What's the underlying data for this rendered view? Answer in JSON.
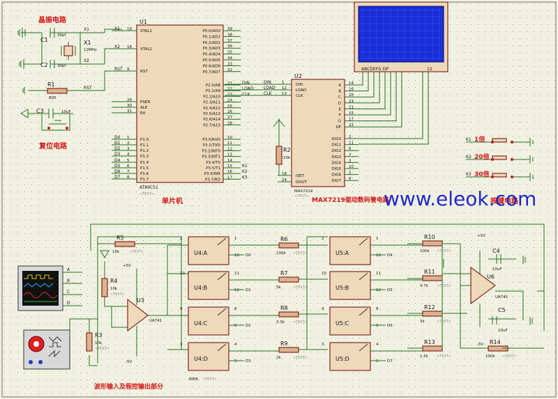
{
  "titles": {
    "crystal": "晶振电路",
    "reset": "复位电路",
    "mcu": "单片机",
    "display": "MAX7219驱动数码管电路",
    "keys": "按键电路",
    "waveform": "波形输入及程控输出部分"
  },
  "watermark": "www.eleok.com",
  "text_placeholder": "<TEXT>",
  "crystal": {
    "c1_ref": "C1",
    "c1_val": "30pf",
    "c2_ref": "C2",
    "c2_val": "30pf",
    "x1_ref": "X1",
    "x1_val": "12MHz",
    "x1_net": "X1",
    "x2_net": "X2"
  },
  "reset": {
    "r1_ref": "R1",
    "r1_val": "800",
    "c3_ref": "C3",
    "c3_val": "10uF",
    "net": "RST"
  },
  "mcu": {
    "ref": "U1",
    "part": "AT89C51",
    "left_pins": [
      {
        "name": "XTAL1",
        "num": "19",
        "net": "X1"
      },
      {
        "name": "XTAL2",
        "num": "18",
        "net": "X2"
      },
      {
        "name": "RST",
        "num": "9",
        "net": "RST"
      },
      {
        "name": "PSEN",
        "num": "29",
        "net": ""
      },
      {
        "name": "ALE",
        "num": "30",
        "net": ""
      },
      {
        "name": "EA",
        "num": "31",
        "net": ""
      },
      {
        "name": "P1.0",
        "num": "1",
        "net": "D0"
      },
      {
        "name": "P1.1",
        "num": "2",
        "net": "D1"
      },
      {
        "name": "P1.2",
        "num": "3",
        "net": "D2"
      },
      {
        "name": "P1.3",
        "num": "4",
        "net": "D3"
      },
      {
        "name": "P1.4",
        "num": "5",
        "net": "D4"
      },
      {
        "name": "P1.5",
        "num": "6",
        "net": "D5"
      },
      {
        "name": "P1.6",
        "num": "7",
        "net": "D6"
      },
      {
        "name": "P1.7",
        "num": "8",
        "net": "D7"
      }
    ],
    "right_pins": [
      {
        "name": "P0.0/AD0",
        "num": "39",
        "net": ""
      },
      {
        "name": "P0.1/AD1",
        "num": "38",
        "net": ""
      },
      {
        "name": "P0.2/AD2",
        "num": "37",
        "net": ""
      },
      {
        "name": "P0.3/AD3",
        "num": "36",
        "net": ""
      },
      {
        "name": "P0.4/AD4",
        "num": "35",
        "net": ""
      },
      {
        "name": "P0.5/AD5",
        "num": "34",
        "net": ""
      },
      {
        "name": "P0.6/AD6",
        "num": "33",
        "net": ""
      },
      {
        "name": "P0.7/AD7",
        "num": "32",
        "net": ""
      },
      {
        "name": "P2.0/A8",
        "num": "21",
        "net": "DIN"
      },
      {
        "name": "P2.1/A9",
        "num": "22",
        "net": "LOAD"
      },
      {
        "name": "P2.2/A10",
        "num": "23",
        "net": "CLK"
      },
      {
        "name": "P2.3/A11",
        "num": "24",
        "net": ""
      },
      {
        "name": "P2.4/A12",
        "num": "25",
        "net": ""
      },
      {
        "name": "P2.5/A13",
        "num": "26",
        "net": ""
      },
      {
        "name": "P2.6/A14",
        "num": "27",
        "net": ""
      },
      {
        "name": "P2.7/A15",
        "num": "28",
        "net": ""
      },
      {
        "name": "P3.0/RXD",
        "num": "10",
        "net": ""
      },
      {
        "name": "P3.1/TXD",
        "num": "11",
        "net": ""
      },
      {
        "name": "P3.2/INT0",
        "num": "12",
        "net": ""
      },
      {
        "name": "P3.3/INT1",
        "num": "13",
        "net": ""
      },
      {
        "name": "P3.4/T0",
        "num": "14",
        "net": ""
      },
      {
        "name": "P3.5/T1",
        "num": "15",
        "net": "K1"
      },
      {
        "name": "P3.6/WR",
        "num": "16",
        "net": "K2"
      },
      {
        "name": "P3.7/RD",
        "num": "17",
        "net": "K3"
      }
    ]
  },
  "driver": {
    "ref": "U2",
    "part": "MAX7219",
    "left_pins": [
      {
        "name": "DIN",
        "num": "1",
        "net": "DIN"
      },
      {
        "name": "LOAD",
        "num": "12",
        "net": "LOAD"
      },
      {
        "name": "CLK",
        "num": "13",
        "net": "CLK"
      },
      {
        "name": "ISET",
        "num": "18",
        "net": ""
      },
      {
        "name": "DOUT",
        "num": "24",
        "net": ""
      }
    ],
    "right_pins": [
      {
        "name": "A",
        "num": "14"
      },
      {
        "name": "B",
        "num": "16"
      },
      {
        "name": "C",
        "num": "20"
      },
      {
        "name": "D",
        "num": "23"
      },
      {
        "name": "E",
        "num": "21"
      },
      {
        "name": "F",
        "num": "15"
      },
      {
        "name": "G",
        "num": "17"
      },
      {
        "name": "DP",
        "num": "22"
      },
      {
        "name": "DIG0",
        "num": "2"
      },
      {
        "name": "DIG1",
        "num": "11"
      },
      {
        "name": "DIG2",
        "num": "6"
      },
      {
        "name": "DIG3",
        "num": "7"
      },
      {
        "name": "DIG4",
        "num": "3"
      },
      {
        "name": "DIG5",
        "num": "10"
      },
      {
        "name": "DIG6",
        "num": "5"
      },
      {
        "name": "DIG7",
        "num": "8"
      }
    ],
    "r2_ref": "R2",
    "r2_val": "10k"
  },
  "lcd": {
    "segments": "ABCDEFG DP",
    "digits": "12"
  },
  "keys": [
    {
      "net": "K1",
      "label": "1倍"
    },
    {
      "net": "K2",
      "label": "20倍"
    },
    {
      "net": "K3",
      "label": "30倍"
    }
  ],
  "analog": {
    "scope_pins": [
      "A",
      "B",
      "C",
      "D"
    ],
    "u3_ref": "U3",
    "u3_part": "UA741",
    "u6_ref": "U6",
    "u6_part": "UA741",
    "vplus": "+5V",
    "vminus": "-5V",
    "r3": {
      "ref": "R3",
      "val": "10k"
    },
    "r4": {
      "ref": "R4",
      "val": "10k"
    },
    "r5": {
      "ref": "R5",
      "val": "10k"
    },
    "r6": {
      "ref": "R6",
      "val": "100k"
    },
    "r7": {
      "ref": "R7",
      "val": "5k"
    },
    "r8": {
      "ref": "R8",
      "val": "3.3k"
    },
    "r9": {
      "ref": "R9",
      "val": "2k"
    },
    "r10": {
      "ref": "R10",
      "val": "100k"
    },
    "r11": {
      "ref": "R11",
      "val": "4.7k"
    },
    "r12": {
      "ref": "R12",
      "val": "3k"
    },
    "r13": {
      "ref": "R13",
      "val": "1.5k"
    },
    "r14": {
      "ref": "R14",
      "val": "100k"
    },
    "c4": {
      "ref": "C4",
      "val": "10uF"
    },
    "c5": {
      "ref": "C5",
      "val": "10uF"
    },
    "u4_part": "4066",
    "u4": [
      {
        "ref": "U4:A",
        "in": "2",
        "out": "1",
        "ctl": "13",
        "d": "D0"
      },
      {
        "ref": "U4:B",
        "in": "10",
        "out": "11",
        "ctl": "12",
        "d": "D1"
      },
      {
        "ref": "U4:C",
        "in": "9",
        "out": "8",
        "ctl": "6",
        "d": "D2"
      },
      {
        "ref": "U4:D",
        "in": "3",
        "out": "4",
        "ctl": "5",
        "d": "D3"
      }
    ],
    "u5": [
      {
        "ref": "U5:A",
        "in": "2",
        "out": "1",
        "ctl": "13",
        "d": "D4"
      },
      {
        "ref": "U5:B",
        "in": "10",
        "out": "11",
        "ctl": "12",
        "d": "D5"
      },
      {
        "ref": "U5:C",
        "in": "9",
        "out": "8",
        "ctl": "6",
        "d": "D6"
      },
      {
        "ref": "U5:D",
        "in": "3",
        "out": "4",
        "ctl": "5",
        "d": "D7"
      }
    ]
  },
  "colors": {
    "background": "#f1f1e1",
    "wire": "#1f6e1f",
    "part_body": "#eed9ba",
    "part_outline": "#6b0000",
    "title": "#d01515",
    "watermark": "#1f28c8",
    "lcd": "#1a2ed8"
  }
}
